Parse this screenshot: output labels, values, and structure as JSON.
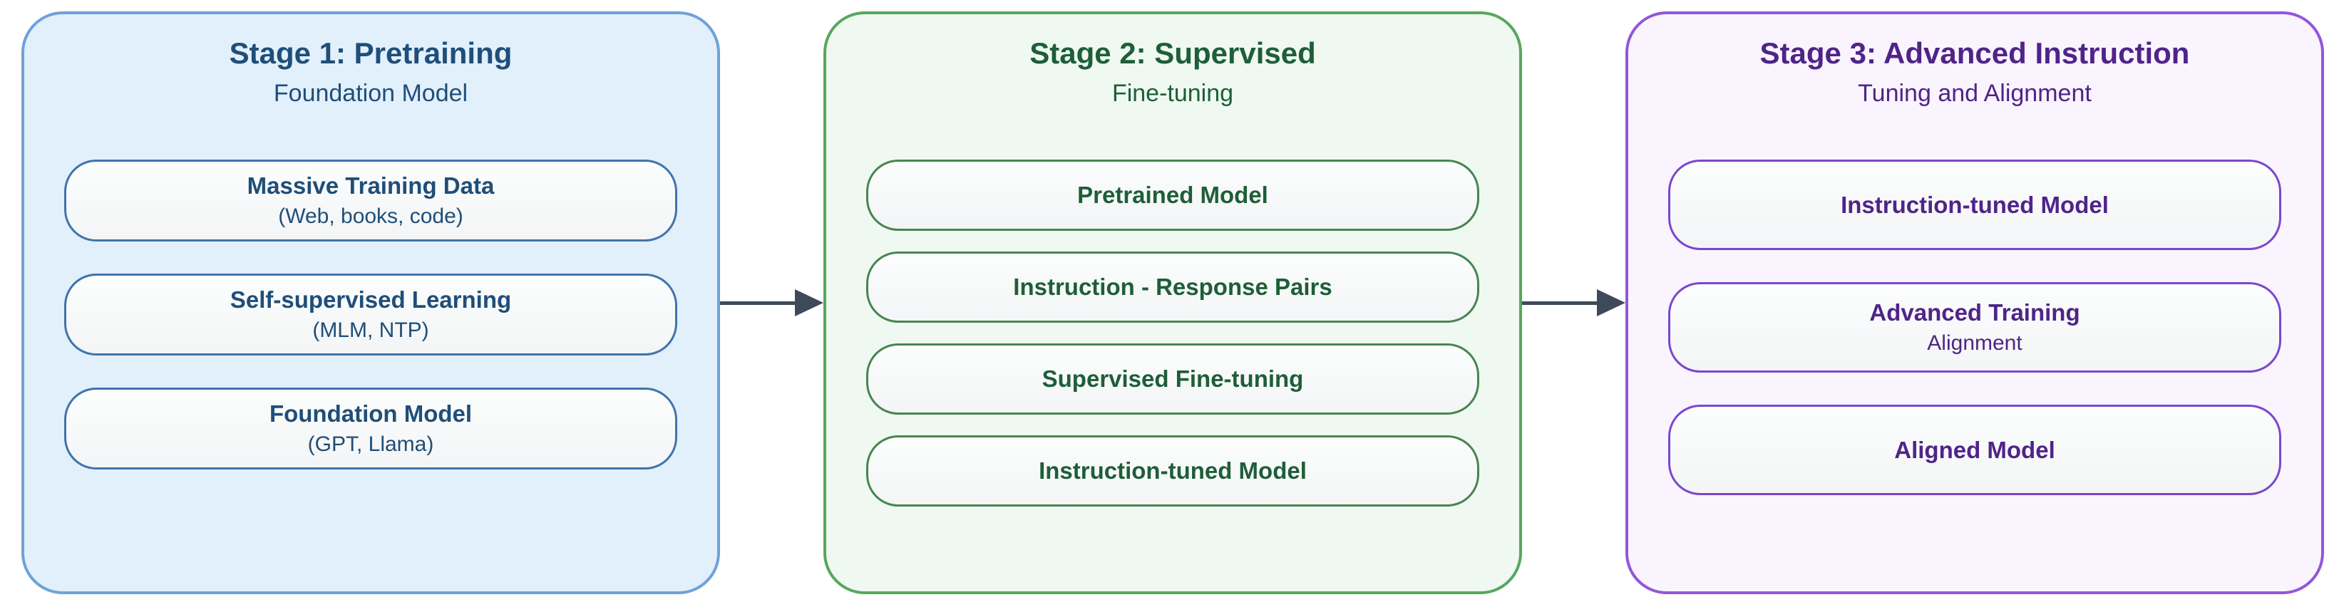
{
  "arrow_color": "#3e4a5a",
  "panels": [
    {
      "stage_label": "Stage 1: Pretraining",
      "subtitle": "Foundation Model",
      "colors": {
        "bg": "#e2f0fc",
        "border": "#6ea2d8",
        "text": "#1f4e79",
        "pill-border": "#3f74ab"
      },
      "pills": [
        {
          "title": "Massive Training Data",
          "subtitle": "(Web, books, code)"
        },
        {
          "title": "Self-supervised Learning",
          "subtitle": "(MLM, NTP)"
        },
        {
          "title": "Foundation Model",
          "subtitle": "(GPT, Llama)"
        }
      ]
    },
    {
      "stage_label": "Stage 2: Supervised",
      "subtitle": "Fine-tuning",
      "colors": {
        "bg": "#eff9f1",
        "border": "#57a75f",
        "text": "#1e5e38",
        "pill-border": "#478551"
      },
      "pills": [
        {
          "title": "Pretrained Model"
        },
        {
          "title": "Instruction - Response Pairs"
        },
        {
          "title": "Supervised Fine-tuning"
        },
        {
          "title": "Instruction-tuned Model"
        }
      ]
    },
    {
      "stage_label": "Stage 3: Advanced Instruction",
      "subtitle": "Tuning and Alignment",
      "colors": {
        "bg": "#faf4fe",
        "border": "#9058d8",
        "text": "#4f2488",
        "pill-border": "#7a47cc"
      },
      "pills": [
        {
          "title": "Instruction-tuned Model"
        },
        {
          "title": "Advanced Training",
          "subtitle": "Alignment"
        },
        {
          "title": "Aligned Model"
        }
      ]
    }
  ]
}
